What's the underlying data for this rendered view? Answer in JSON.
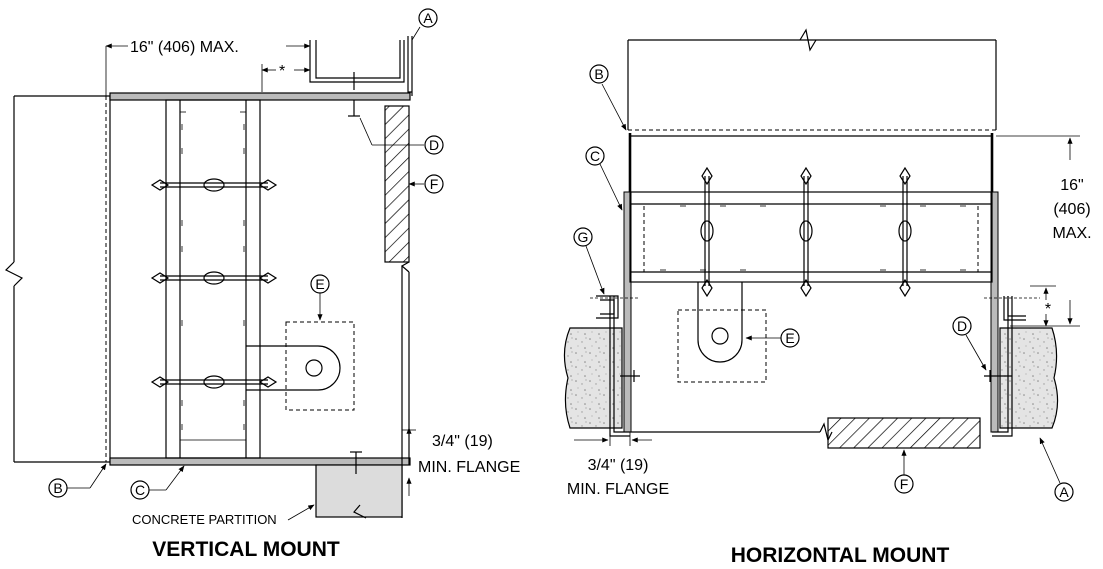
{
  "diagram": {
    "vertical": {
      "title": "VERTICAL MOUNT",
      "dim_max": "16\" (406) MAX.",
      "dim_flange_1": "3/4\" (19)",
      "dim_flange_2": "MIN. FLANGE",
      "partition_label": "CONCRETE PARTITION",
      "asterisk": "*",
      "callouts": {
        "a": "A",
        "b": "B",
        "c": "C",
        "d": "D",
        "e": "E",
        "f": "F"
      }
    },
    "horizontal": {
      "title": "HORIZONTAL MOUNT",
      "dim_max_1": "16\"",
      "dim_max_2": "(406)",
      "dim_max_3": "MAX.",
      "dim_flange_1": "3/4\" (19)",
      "dim_flange_2": "MIN. FLANGE",
      "asterisk": "*",
      "callouts": {
        "a": "A",
        "b": "B",
        "c": "C",
        "d": "D",
        "e": "E",
        "f": "F",
        "g": "G"
      }
    }
  }
}
